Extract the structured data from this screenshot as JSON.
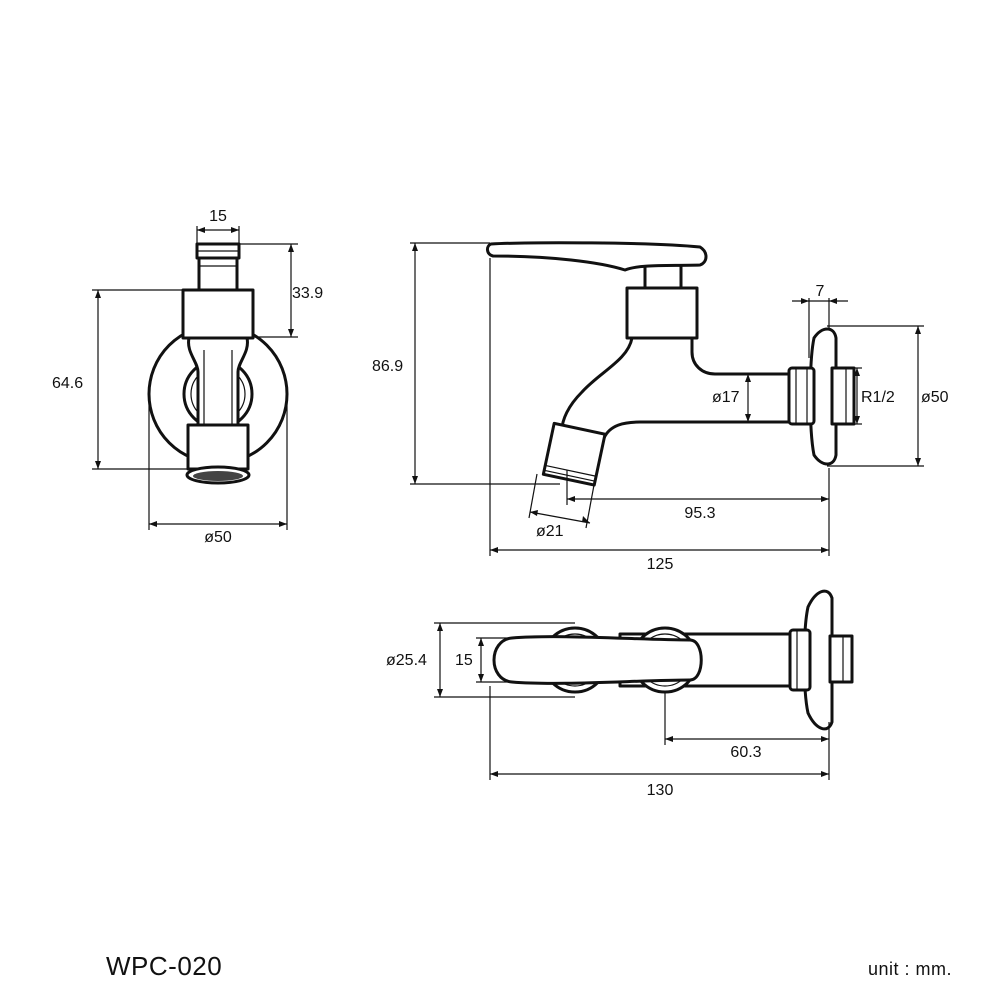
{
  "model": "WPC-020",
  "unit": "unit : mm.",
  "dimensions": {
    "front_top_width": "15",
    "front_top_height": "33.9",
    "front_height": "64.6",
    "front_diameter": "ø50",
    "side_height": "86.9",
    "side_flange_thickness": "7",
    "side_pipe_diameter": "ø17",
    "side_thread": "R1/2",
    "side_flange_diameter": "ø50",
    "side_outlet_diameter": "ø21",
    "side_spout_reach": "95.3",
    "side_total_length": "125",
    "top_diameter": "ø25.4",
    "top_handle_width": "15",
    "top_body_offset": "60.3",
    "top_total_length": "130"
  }
}
